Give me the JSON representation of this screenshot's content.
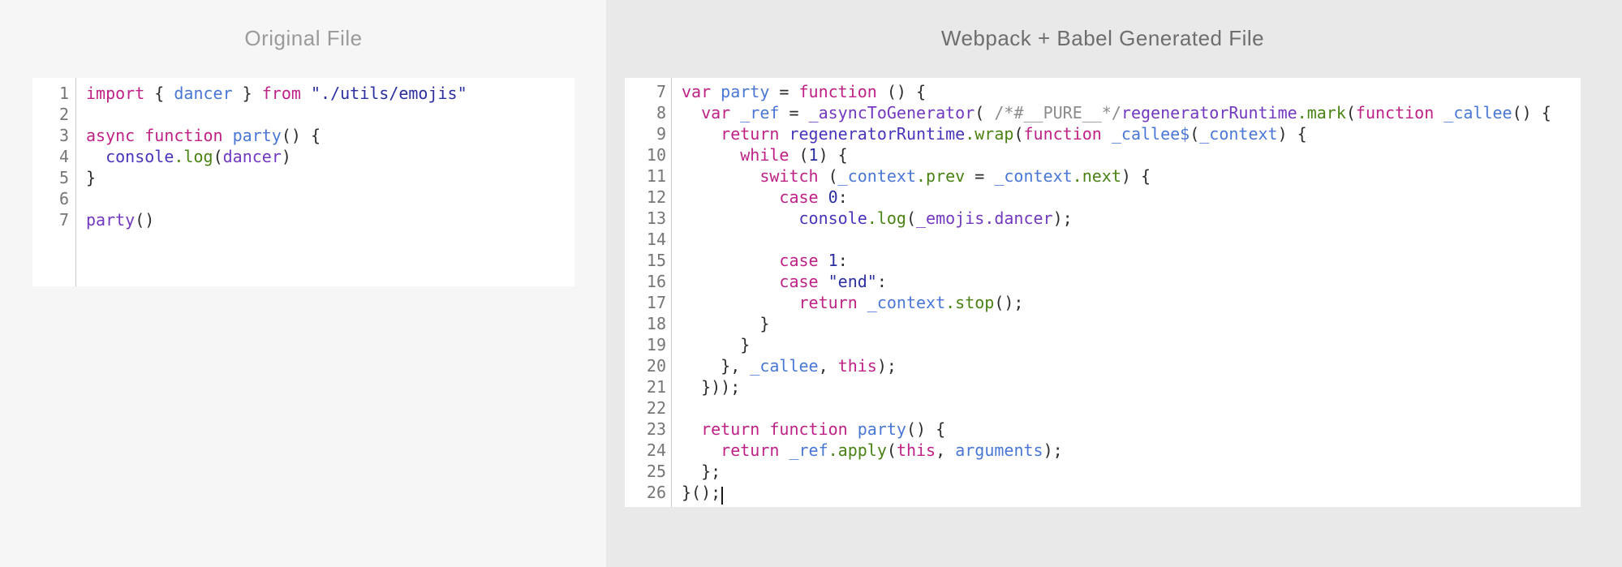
{
  "colors": {
    "kw": "#bf2286",
    "id": "#4a77d6",
    "lit": "#2b2fa0",
    "prop": "#4a8215",
    "fn": "#7239c0",
    "obj": "#4636bb",
    "cmt": "#8c8c8c",
    "pln": "#2d2d2d"
  },
  "panels": [
    {
      "title": "Original File",
      "first_line_number": 1,
      "lines": [
        {
          "num": 1,
          "segments": [
            {
              "t": "import ",
              "c": "kw"
            },
            {
              "t": "{ ",
              "c": "pln"
            },
            {
              "t": "dancer",
              "c": "id"
            },
            {
              "t": " } ",
              "c": "pln"
            },
            {
              "t": "from ",
              "c": "kw"
            },
            {
              "t": "\"./utils/emojis\"",
              "c": "lit"
            }
          ]
        },
        {
          "num": 2,
          "segments": []
        },
        {
          "num": 3,
          "segments": [
            {
              "t": "async ",
              "c": "kw"
            },
            {
              "t": "function ",
              "c": "kw"
            },
            {
              "t": "party",
              "c": "id"
            },
            {
              "t": "() {",
              "c": "pln"
            }
          ]
        },
        {
          "num": 4,
          "segments": [
            {
              "t": "  ",
              "c": "pln"
            },
            {
              "t": "console",
              "c": "obj"
            },
            {
              "t": ".log",
              "c": "prop"
            },
            {
              "t": "(",
              "c": "pln"
            },
            {
              "t": "dancer",
              "c": "fn"
            },
            {
              "t": ")",
              "c": "pln"
            }
          ]
        },
        {
          "num": 5,
          "segments": [
            {
              "t": "}",
              "c": "pln"
            }
          ]
        },
        {
          "num": 6,
          "segments": []
        },
        {
          "num": 7,
          "segments": [
            {
              "t": "party",
              "c": "fn"
            },
            {
              "t": "()",
              "c": "pln"
            }
          ]
        }
      ]
    },
    {
      "title": "Webpack + Babel Generated File",
      "first_line_number": 7,
      "lines": [
        {
          "num": 7,
          "segments": [
            {
              "t": "var ",
              "c": "kw"
            },
            {
              "t": "party",
              "c": "id"
            },
            {
              "t": " = ",
              "c": "pln"
            },
            {
              "t": "function ",
              "c": "kw"
            },
            {
              "t": "() {",
              "c": "pln"
            }
          ]
        },
        {
          "num": 8,
          "segments": [
            {
              "t": "  ",
              "c": "pln"
            },
            {
              "t": "var ",
              "c": "kw"
            },
            {
              "t": "_ref",
              "c": "id"
            },
            {
              "t": " = ",
              "c": "pln"
            },
            {
              "t": "_asyncToGenerator",
              "c": "fn"
            },
            {
              "t": "( ",
              "c": "pln"
            },
            {
              "t": "/*#__PURE__*/",
              "c": "cmt"
            },
            {
              "t": "regeneratorRuntime",
              "c": "fn"
            },
            {
              "t": ".mark",
              "c": "prop"
            },
            {
              "t": "(",
              "c": "pln"
            },
            {
              "t": "function ",
              "c": "kw"
            },
            {
              "t": "_callee",
              "c": "id"
            },
            {
              "t": "() {",
              "c": "pln"
            }
          ]
        },
        {
          "num": 9,
          "segments": [
            {
              "t": "    ",
              "c": "pln"
            },
            {
              "t": "return ",
              "c": "kw"
            },
            {
              "t": "regeneratorRuntime",
              "c": "obj"
            },
            {
              "t": ".wrap",
              "c": "prop"
            },
            {
              "t": "(",
              "c": "pln"
            },
            {
              "t": "function ",
              "c": "kw"
            },
            {
              "t": "_callee$",
              "c": "id"
            },
            {
              "t": "(",
              "c": "pln"
            },
            {
              "t": "_context",
              "c": "id"
            },
            {
              "t": ") {",
              "c": "pln"
            }
          ]
        },
        {
          "num": 10,
          "segments": [
            {
              "t": "      ",
              "c": "pln"
            },
            {
              "t": "while ",
              "c": "kw"
            },
            {
              "t": "(",
              "c": "pln"
            },
            {
              "t": "1",
              "c": "lit"
            },
            {
              "t": ") {",
              "c": "pln"
            }
          ]
        },
        {
          "num": 11,
          "segments": [
            {
              "t": "        ",
              "c": "pln"
            },
            {
              "t": "switch ",
              "c": "kw"
            },
            {
              "t": "(",
              "c": "pln"
            },
            {
              "t": "_context",
              "c": "id"
            },
            {
              "t": ".prev",
              "c": "prop"
            },
            {
              "t": " = ",
              "c": "pln"
            },
            {
              "t": "_context",
              "c": "id"
            },
            {
              "t": ".next",
              "c": "prop"
            },
            {
              "t": ") {",
              "c": "pln"
            }
          ]
        },
        {
          "num": 12,
          "segments": [
            {
              "t": "          ",
              "c": "pln"
            },
            {
              "t": "case ",
              "c": "kw"
            },
            {
              "t": "0",
              "c": "lit"
            },
            {
              "t": ":",
              "c": "pln"
            }
          ]
        },
        {
          "num": 13,
          "segments": [
            {
              "t": "            ",
              "c": "pln"
            },
            {
              "t": "console",
              "c": "obj"
            },
            {
              "t": ".log",
              "c": "prop"
            },
            {
              "t": "(",
              "c": "pln"
            },
            {
              "t": "_emojis",
              "c": "fn"
            },
            {
              "t": ".dancer",
              "c": "fn"
            },
            {
              "t": ");",
              "c": "pln"
            }
          ]
        },
        {
          "num": 14,
          "segments": []
        },
        {
          "num": 15,
          "segments": [
            {
              "t": "          ",
              "c": "pln"
            },
            {
              "t": "case ",
              "c": "kw"
            },
            {
              "t": "1",
              "c": "lit"
            },
            {
              "t": ":",
              "c": "pln"
            }
          ]
        },
        {
          "num": 16,
          "segments": [
            {
              "t": "          ",
              "c": "pln"
            },
            {
              "t": "case ",
              "c": "kw"
            },
            {
              "t": "\"end\"",
              "c": "lit"
            },
            {
              "t": ":",
              "c": "pln"
            }
          ]
        },
        {
          "num": 17,
          "segments": [
            {
              "t": "            ",
              "c": "pln"
            },
            {
              "t": "return ",
              "c": "kw"
            },
            {
              "t": "_context",
              "c": "id"
            },
            {
              "t": ".stop",
              "c": "prop"
            },
            {
              "t": "();",
              "c": "pln"
            }
          ]
        },
        {
          "num": 18,
          "segments": [
            {
              "t": "        }",
              "c": "pln"
            }
          ]
        },
        {
          "num": 19,
          "segments": [
            {
              "t": "      }",
              "c": "pln"
            }
          ]
        },
        {
          "num": 20,
          "segments": [
            {
              "t": "    }, ",
              "c": "pln"
            },
            {
              "t": "_callee",
              "c": "id"
            },
            {
              "t": ", ",
              "c": "pln"
            },
            {
              "t": "this",
              "c": "kw"
            },
            {
              "t": ");",
              "c": "pln"
            }
          ]
        },
        {
          "num": 21,
          "segments": [
            {
              "t": "  }));",
              "c": "pln"
            }
          ]
        },
        {
          "num": 22,
          "segments": []
        },
        {
          "num": 23,
          "segments": [
            {
              "t": "  ",
              "c": "pln"
            },
            {
              "t": "return ",
              "c": "kw"
            },
            {
              "t": "function ",
              "c": "kw"
            },
            {
              "t": "party",
              "c": "id"
            },
            {
              "t": "() {",
              "c": "pln"
            }
          ]
        },
        {
          "num": 24,
          "segments": [
            {
              "t": "    ",
              "c": "pln"
            },
            {
              "t": "return ",
              "c": "kw"
            },
            {
              "t": "_ref",
              "c": "id"
            },
            {
              "t": ".apply",
              "c": "prop"
            },
            {
              "t": "(",
              "c": "pln"
            },
            {
              "t": "this",
              "c": "kw"
            },
            {
              "t": ", ",
              "c": "pln"
            },
            {
              "t": "arguments",
              "c": "id"
            },
            {
              "t": ");",
              "c": "pln"
            }
          ]
        },
        {
          "num": 25,
          "segments": [
            {
              "t": "  };",
              "c": "pln"
            }
          ]
        },
        {
          "num": 26,
          "segments": [
            {
              "t": "}();",
              "c": "pln"
            }
          ],
          "caret": true
        }
      ]
    }
  ]
}
